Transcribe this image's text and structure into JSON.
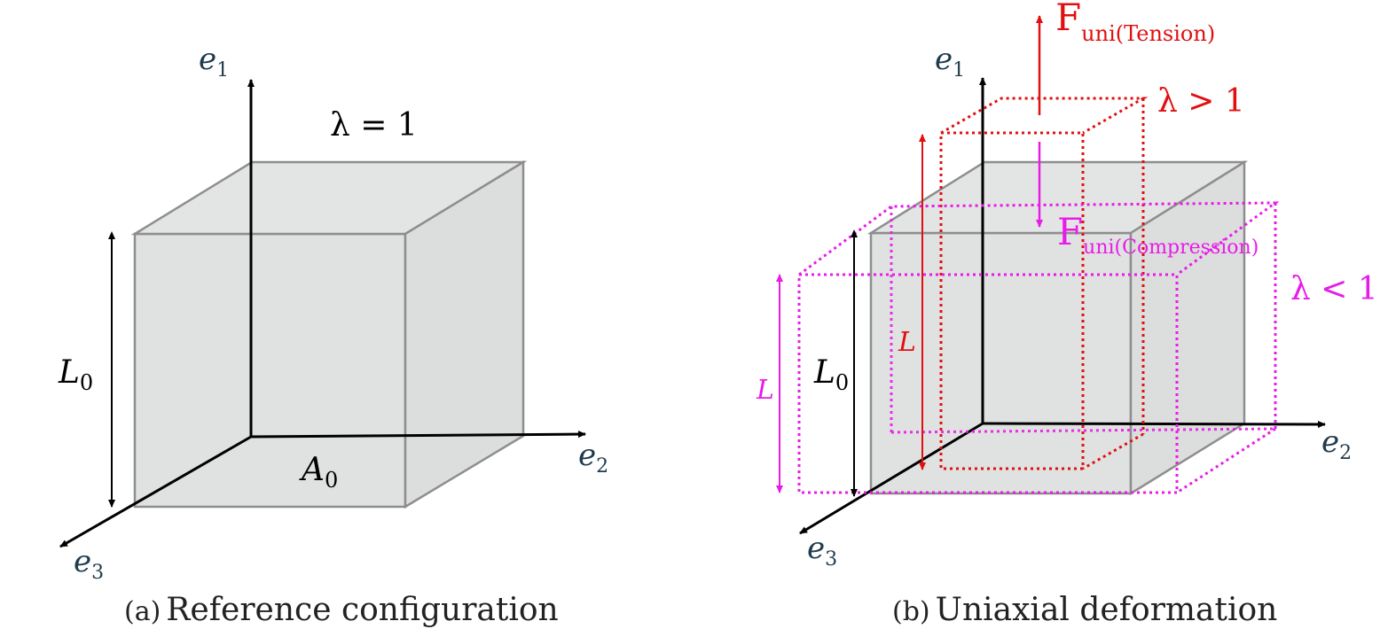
{
  "panel_a": {
    "caption_tag": "(a)",
    "caption_text": "Reference configuration",
    "lambda_label": "λ = 1",
    "length_label": "L",
    "length_sub": "0",
    "area_label": "A",
    "area_sub": "0",
    "axes": {
      "e1": {
        "base": "e",
        "sub": "1"
      },
      "e2": {
        "base": "e",
        "sub": "2"
      },
      "e3": {
        "base": "e",
        "sub": "3"
      }
    }
  },
  "panel_b": {
    "caption_tag": "(b)",
    "caption_text": "Uniaxial deformation",
    "tension_force": {
      "base": "F",
      "sub": "uni(Tension)"
    },
    "compression_force": {
      "base": "F",
      "sub": "uni(Compression)"
    },
    "lambda_tension": "λ > 1",
    "lambda_compression": "λ < 1",
    "length_ref_label": "L",
    "length_ref_sub": "0",
    "length_tension_label": "L",
    "length_compression_label": "L",
    "axes": {
      "e1": {
        "base": "e",
        "sub": "1"
      },
      "e2": {
        "base": "e",
        "sub": "2"
      },
      "e3": {
        "base": "e",
        "sub": "3"
      }
    }
  },
  "colors": {
    "tension": "#e01010",
    "compression": "#e81ce8",
    "cube_fill": "#e0e1e1",
    "cube_edge": "#8e8e8e",
    "axis": "#000000",
    "axis_label": "#1f3b4d"
  }
}
